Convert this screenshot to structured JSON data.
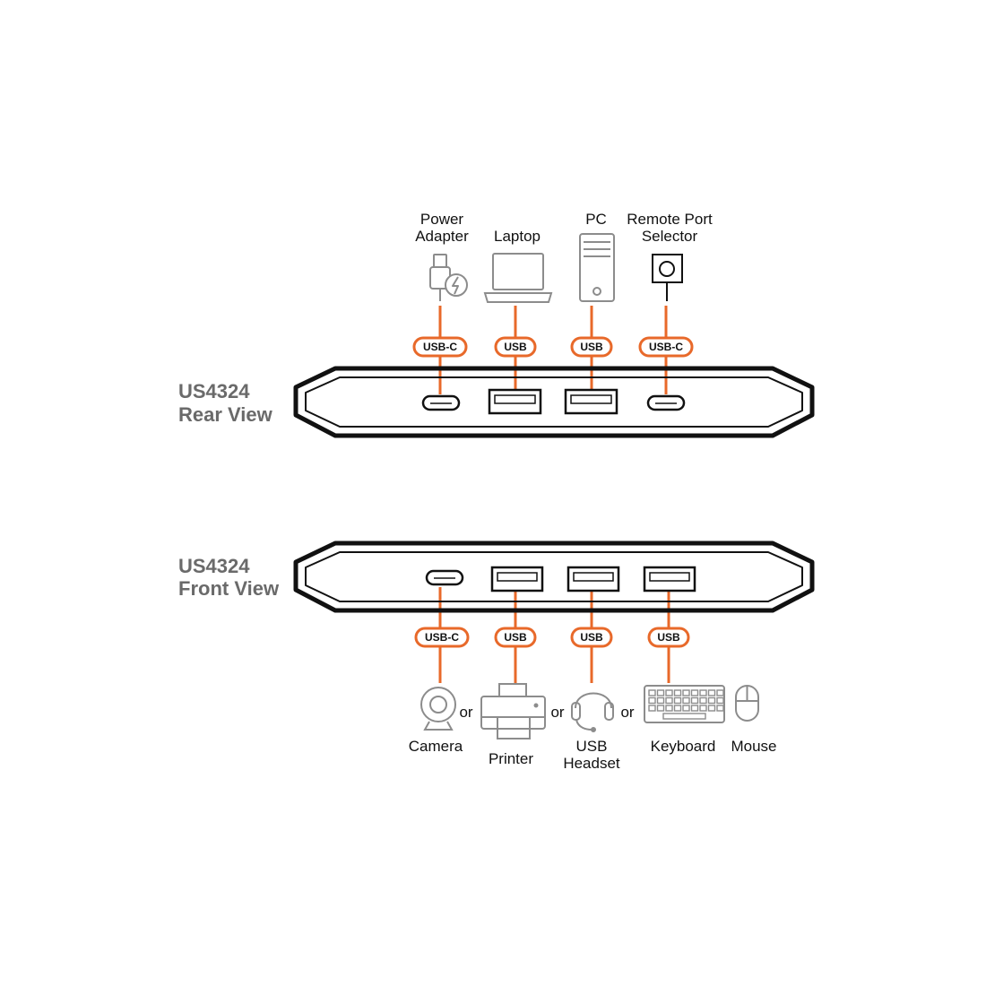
{
  "colors": {
    "accent": "#e8692a",
    "device_outline": "#111111",
    "icon": "#8c8c8c",
    "label_gray": "#6a6a6a"
  },
  "rear": {
    "model": "US4324",
    "view": "Rear View",
    "connections": [
      {
        "device": [
          "Power",
          "Adapter"
        ],
        "port": "USB-C",
        "icon": "power-adapter-icon"
      },
      {
        "device": [
          "Laptop"
        ],
        "port": "USB",
        "icon": "laptop-icon"
      },
      {
        "device": [
          "PC"
        ],
        "port": "USB",
        "icon": "pc-tower-icon"
      },
      {
        "device": [
          "Remote Port",
          "Selector"
        ],
        "port": "USB-C",
        "icon": "remote-port-selector-icon"
      }
    ]
  },
  "front": {
    "model": "US4324",
    "view": "Front View",
    "connections": [
      {
        "port": "USB-C"
      },
      {
        "port": "USB"
      },
      {
        "port": "USB"
      },
      {
        "port": "USB"
      }
    ],
    "devices": [
      {
        "label": [
          "Camera"
        ],
        "icon": "camera-icon"
      },
      {
        "label": [
          "Printer"
        ],
        "icon": "printer-icon"
      },
      {
        "label": [
          "USB",
          "Headset"
        ],
        "icon": "headset-icon"
      },
      {
        "label": [
          "Keyboard"
        ],
        "icon": "keyboard-icon"
      },
      {
        "label": [
          "Mouse"
        ],
        "icon": "mouse-icon"
      }
    ],
    "separator": "or"
  }
}
